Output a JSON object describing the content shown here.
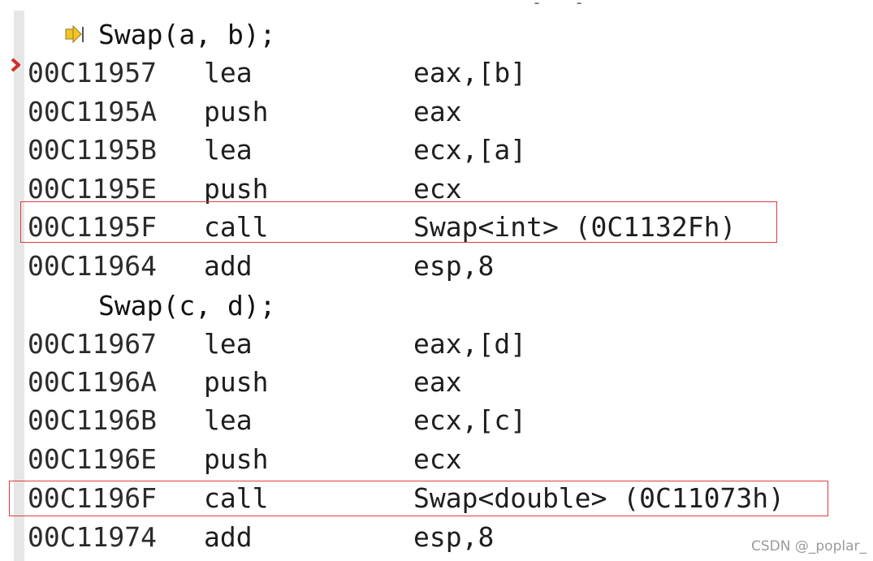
{
  "header_fragment": "- -",
  "sources": [
    {
      "text": "Swap(a, b);"
    },
    {
      "text": "Swap(c, d);"
    }
  ],
  "rows": [
    {
      "addr": "00C11957",
      "mnemonic": "lea",
      "operand": "eax,[b]"
    },
    {
      "addr": "00C1195A",
      "mnemonic": "push",
      "operand": "eax"
    },
    {
      "addr": "00C1195B",
      "mnemonic": "lea",
      "operand": "ecx,[a]"
    },
    {
      "addr": "00C1195E",
      "mnemonic": "push",
      "operand": "ecx"
    },
    {
      "addr": "00C1195F",
      "mnemonic": "call",
      "operand": "Swap<int> (0C1132Fh)"
    },
    {
      "addr": "00C11964",
      "mnemonic": "add",
      "operand": "esp,8"
    },
    {
      "addr": "00C11967",
      "mnemonic": "lea",
      "operand": "eax,[d]"
    },
    {
      "addr": "00C1196A",
      "mnemonic": "push",
      "operand": "eax"
    },
    {
      "addr": "00C1196B",
      "mnemonic": "lea",
      "operand": "ecx,[c]"
    },
    {
      "addr": "00C1196E",
      "mnemonic": "push",
      "operand": "ecx"
    },
    {
      "addr": "00C1196F",
      "mnemonic": "call",
      "operand": "Swap<double> (0C11073h)"
    },
    {
      "addr": "00C11974",
      "mnemonic": "add",
      "operand": "esp,8"
    }
  ],
  "icons": {
    "step": "step-into-icon",
    "current": "current-instruction-arrow-icon"
  },
  "highlight_color": "#e03c3c",
  "watermark": "CSDN @_poplar_"
}
